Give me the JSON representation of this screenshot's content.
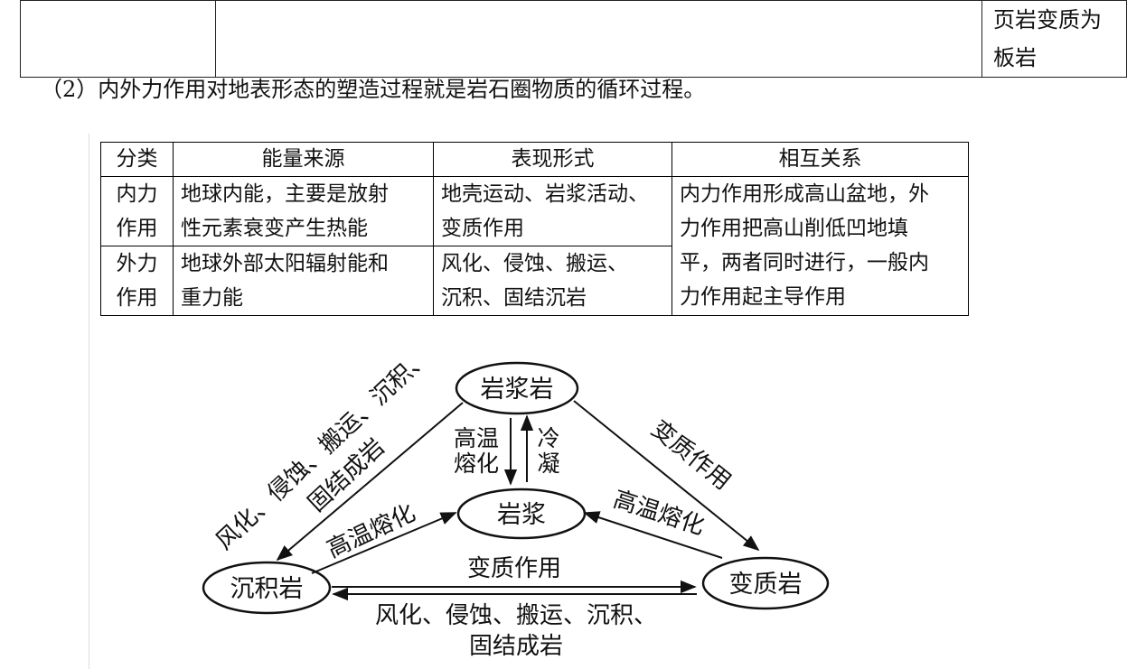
{
  "top_table": {
    "cell3_line1": "页岩变质为",
    "cell3_line2": "板岩"
  },
  "paragraph": "（2）内外力作用对地表形态的塑造过程就是岩石圈物质的循环过程。",
  "inner_table": {
    "headers": [
      "分类",
      "能量来源",
      "表现形式",
      "相互关系"
    ],
    "rows": [
      {
        "category": [
          "内力",
          "作用"
        ],
        "energy": [
          "地球内能，主要是放射",
          "性元素衰变产生热能"
        ],
        "forms": [
          "地壳运动、岩浆活动、",
          "变质作用"
        ]
      },
      {
        "category": [
          "外力",
          "作用"
        ],
        "energy": [
          "地球外部太阳辐射能和",
          "重力能"
        ],
        "forms": [
          "风化、侵蚀、搬运、",
          "沉积、固结沉岩"
        ]
      }
    ],
    "relation": [
      "内力作用形成高山盆地，外",
      "力作用把高山削低凹地填",
      "平，两者同时进行，一般内",
      "力作用起主导作用"
    ]
  },
  "diagram": {
    "nodes": {
      "igneous": "岩浆岩",
      "magma": "岩浆",
      "sedimentary": "沉积岩",
      "metamorphic": "变质岩"
    },
    "labels": {
      "left_top": "风化、侵蚀、搬运、沉积、",
      "left_bottom": "固结成岩",
      "melt_left": "高温熔化",
      "melt_right": "高温熔化",
      "metamorphism_right": "变质作用",
      "metamorphism_bottom": "变质作用",
      "bottom_line1": "风化、侵蚀、搬运、沉积、",
      "bottom_line2": "固结成岩",
      "center_down_1": "高温",
      "center_down_2": "熔化",
      "center_up_1": "冷",
      "center_up_2": "凝"
    }
  }
}
